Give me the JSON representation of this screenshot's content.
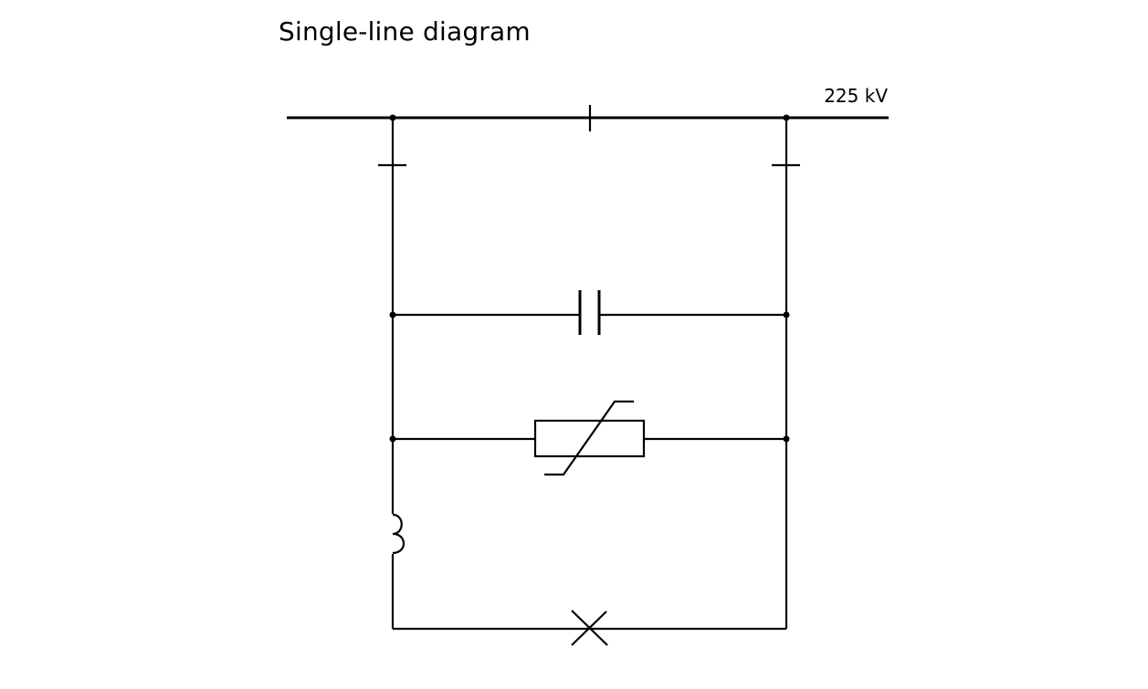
{
  "title": "Single-line diagram",
  "busbar": {
    "voltage_label": "225 kV"
  },
  "components": [
    "busbar",
    "bypass-disconnector",
    "isolating-disconnector-left",
    "isolating-disconnector-right",
    "series-capacitor",
    "varistor-mov",
    "damping-reactor",
    "bypass-switch"
  ]
}
